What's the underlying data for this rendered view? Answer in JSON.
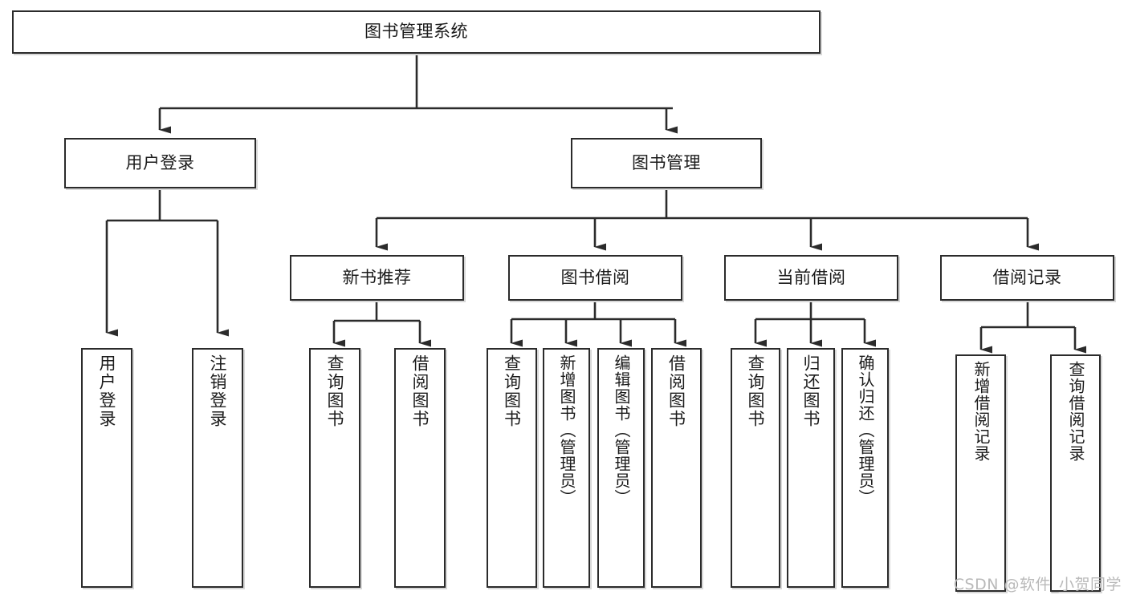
{
  "diagram": {
    "title": "图书管理系统",
    "watermark": "CSDN @软件_小贺同学",
    "root": {
      "label": "图书管理系统"
    },
    "level1": [
      {
        "label": "用户登录"
      },
      {
        "label": "图书管理"
      }
    ],
    "level2": [
      {
        "label": "新书推荐"
      },
      {
        "label": "图书借阅"
      },
      {
        "label": "当前借阅"
      },
      {
        "label": "借阅记录"
      }
    ],
    "leaves": {
      "user_login": [
        {
          "label": "用户登录"
        },
        {
          "label": "注销登录"
        }
      ],
      "new_book": [
        {
          "label": "查询图书"
        },
        {
          "label": "借阅图书"
        }
      ],
      "book_borrow": [
        {
          "label": "查询图书"
        },
        {
          "label": "新增图书（管理员）"
        },
        {
          "label": "编辑图书（管理员）"
        },
        {
          "label": "借阅图书"
        }
      ],
      "current_borrow": [
        {
          "label": "查询图书"
        },
        {
          "label": "归还图书"
        },
        {
          "label": "确认归还（管理员）"
        }
      ],
      "borrow_record": [
        {
          "label": "新增借阅记录"
        },
        {
          "label": "查询借阅记录"
        }
      ]
    }
  },
  "colors": {
    "border": "#2b2b2b",
    "background": "#ffffff",
    "shadow": "#d8d8d8",
    "watermark": "#b9b9b9"
  }
}
